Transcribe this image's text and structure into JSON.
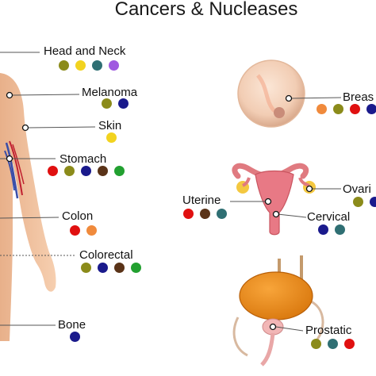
{
  "title": "Cancers & Nucleases",
  "colors": {
    "olive": "#8b8b1a",
    "yellow": "#f2d31f",
    "teal": "#2f6f73",
    "violet": "#a05ae0",
    "navy": "#1a1a8c",
    "red": "#e01010",
    "brown": "#5a3318",
    "green": "#22a030",
    "orange": "#f08a3c"
  },
  "cancers": [
    {
      "name": "Head and Neck",
      "dots": [
        "olive",
        "yellow",
        "teal",
        "violet"
      ]
    },
    {
      "name": "Melanoma",
      "dots": [
        "olive",
        "navy"
      ]
    },
    {
      "name": "Skin",
      "dots": [
        "yellow"
      ]
    },
    {
      "name": "Stomach",
      "dots": [
        "red",
        "olive",
        "navy",
        "brown",
        "green"
      ]
    },
    {
      "name": "Colon",
      "dots": [
        "red",
        "orange"
      ]
    },
    {
      "name": "Colorectal",
      "dots": [
        "olive",
        "navy",
        "brown",
        "green"
      ]
    },
    {
      "name": "Bone",
      "dots": [
        "navy"
      ]
    },
    {
      "name": "Breas",
      "dots": [
        "orange",
        "olive",
        "red",
        "navy"
      ]
    },
    {
      "name": "Uterine",
      "dots": [
        "red",
        "brown",
        "teal"
      ]
    },
    {
      "name": "Ovari",
      "dots": [
        "olive",
        "navy"
      ]
    },
    {
      "name": "Cervical",
      "dots": [
        "navy",
        "teal"
      ]
    },
    {
      "name": "Prostatic",
      "dots": [
        "olive",
        "teal",
        "red"
      ]
    }
  ]
}
